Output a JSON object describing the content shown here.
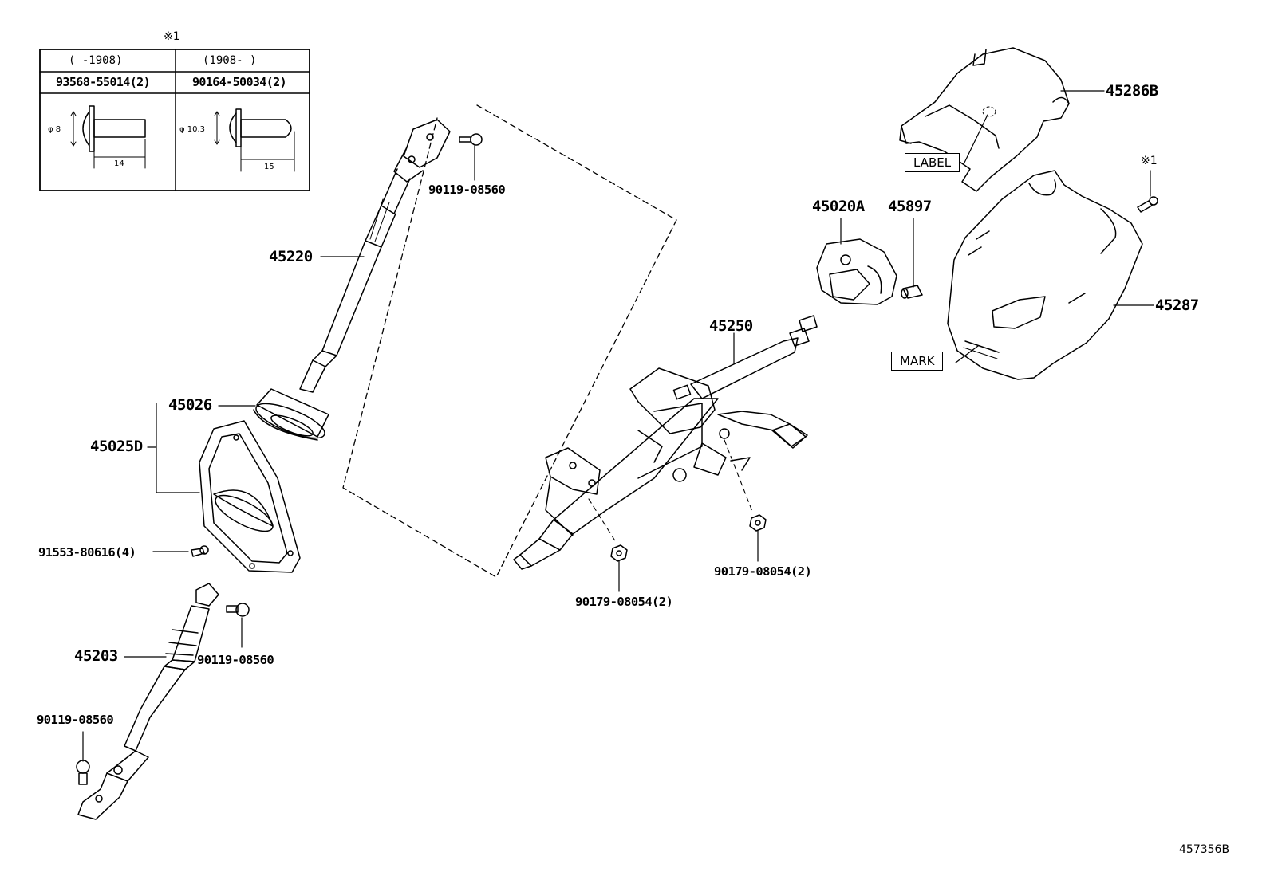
{
  "table": {
    "marker": "※1",
    "col1_range": "(    -1908)",
    "col2_range": "(1908-    )",
    "col1_part": "93568-55014(2)",
    "col2_part": "90164-50034(2)",
    "col1_dia": "φ 8",
    "col1_len": "14",
    "col2_dia": "φ 10.3",
    "col2_len": "15"
  },
  "parts": {
    "p45220": "45220",
    "p45026": "45026",
    "p45025D": "45025D",
    "p45203": "45203",
    "p45250": "45250",
    "p45020A": "45020A",
    "p45897": "45897",
    "p45286B": "45286B",
    "p45287": "45287"
  },
  "codes": {
    "bolt_top": "90119-08560",
    "bolt_mid": "90119-08560",
    "bolt_low": "90119-08560",
    "screw": "91553-80616(4)",
    "nut_left": "90179-08054(2)",
    "nut_right": "90179-08054(2)"
  },
  "labels": {
    "label_box": "LABEL",
    "mark_box": "MARK",
    "note_marker": "※1"
  },
  "footer": {
    "ref": "457356B"
  }
}
